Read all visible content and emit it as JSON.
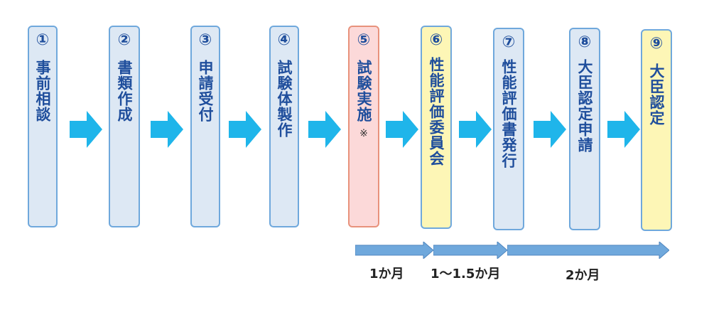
{
  "steps": [
    {
      "number": "①",
      "label": "事前相談"
    },
    {
      "number": "②",
      "label": "書類作成"
    },
    {
      "number": "③",
      "label": "申請受付"
    },
    {
      "number": "④",
      "label": "試験体製作"
    },
    {
      "number": "⑤",
      "label": "試験実施",
      "note": "※"
    },
    {
      "number": "⑥",
      "label": "性能評価委員会"
    },
    {
      "number": "⑦",
      "label": "性能評価書発行"
    },
    {
      "number": "⑧",
      "label": "大臣認定申請"
    },
    {
      "number": "⑨",
      "label": "大臣認定"
    }
  ],
  "durations": [
    "1か月",
    "1〜1.5か月",
    "2か月"
  ],
  "colors": {
    "box_default": "#dde8f4",
    "box_test": "#fcd9d9",
    "box_highlight": "#fdf6b6",
    "text": "#1f4e9c",
    "arrow": "#1fb5ea",
    "timeline_arrow": "#6fa8dc"
  }
}
